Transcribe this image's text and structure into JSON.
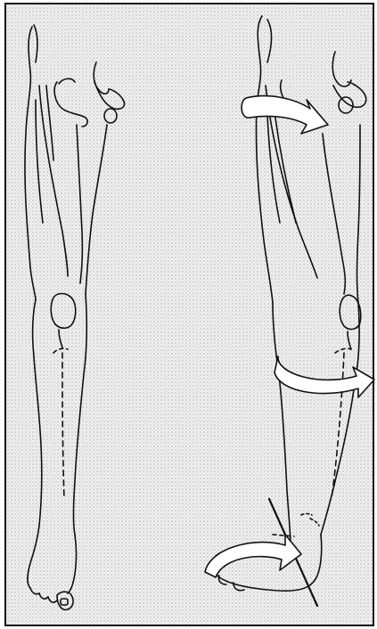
{
  "figure": {
    "panels": [
      {
        "id": "left",
        "subject": "leg-front-view",
        "state": "neutral"
      },
      {
        "id": "right",
        "subject": "leg-front-view",
        "state": "rotated"
      }
    ],
    "arrows": [
      {
        "id": "hip-rotation-arrow",
        "panel": "right"
      },
      {
        "id": "knee-rotation-arrow",
        "panel": "right"
      },
      {
        "id": "foot-rotation-arrow",
        "panel": "right"
      }
    ],
    "colors": {
      "paper": "#ffffff",
      "halftone": "#c9c9c9",
      "ink": "#111111",
      "arrow_fill": "#ffffff"
    }
  }
}
